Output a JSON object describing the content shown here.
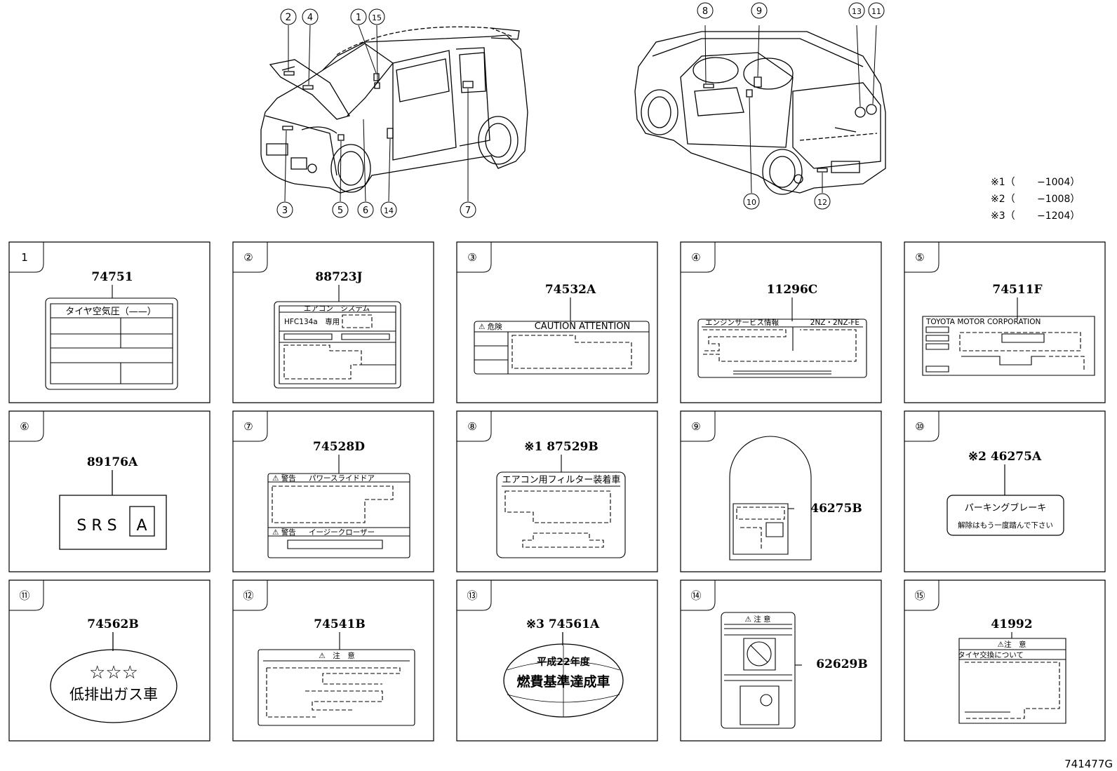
{
  "callouts": {
    "c1": "①",
    "c2": "②",
    "c3": "③",
    "c4": "④",
    "c5": "⑤",
    "c6": "⑥",
    "c7": "⑦",
    "c8": "⑧",
    "c9": "⑨",
    "c10": "⑩",
    "c11": "⑪",
    "c12": "⑫",
    "c13": "⑬",
    "c14": "⑭",
    "c15": "⑮"
  },
  "notes": [
    {
      "mark": "※1（",
      "range": "−1004）"
    },
    {
      "mark": "※2（",
      "range": "−1008）"
    },
    {
      "mark": "※3（",
      "range": "−1204）"
    }
  ],
  "panels": [
    {
      "num": "1",
      "part": "74751",
      "text": [
        "タイヤ空気圧（——）"
      ]
    },
    {
      "num": "②",
      "part": "88723J",
      "text": [
        "エアコン　システム",
        "HFC134a　専用"
      ]
    },
    {
      "num": "③",
      "part": "74532A",
      "text": [
        "⚠ 危険",
        "CAUTION ATTENTION"
      ]
    },
    {
      "num": "④",
      "part": "11296C",
      "text": [
        "エンジンサービス情報",
        "2NZ・2NZ-FE"
      ]
    },
    {
      "num": "⑤",
      "part": "74511F",
      "text": [
        "TOYOTA MOTOR CORPORATION"
      ]
    },
    {
      "num": "⑥",
      "part": "89176A",
      "text": [
        "S R S",
        "A"
      ]
    },
    {
      "num": "⑦",
      "part": "74528D",
      "text": [
        "⚠ 警告",
        "パワースライドドア",
        "⚠ 警告",
        "イージークローザー"
      ]
    },
    {
      "num": "⑧",
      "part": "※1 87529B",
      "text": [
        "エアコン用フィルター装着車"
      ]
    },
    {
      "num": "⑨",
      "part": "46275B",
      "text": []
    },
    {
      "num": "⑩",
      "part": "※2 46275A",
      "text": [
        "パーキングブレーキ",
        "解除はもう一度踏んで下さい"
      ]
    },
    {
      "num": "⑪",
      "part": "74562B",
      "text": [
        "☆☆☆",
        "低排出ガス車"
      ]
    },
    {
      "num": "⑫",
      "part": "74541B",
      "text": [
        "⚠　注　意"
      ]
    },
    {
      "num": "⑬",
      "part": "※3 74561A",
      "text": [
        "平成22年度",
        "燃費基準達成車"
      ]
    },
    {
      "num": "⑭",
      "part": "62629B",
      "text": [
        "⚠ 注 意"
      ]
    },
    {
      "num": "⑮",
      "part": "41992",
      "text": [
        "⚠注　意",
        "タイヤ交換について"
      ]
    }
  ],
  "figure_id": "741477G"
}
